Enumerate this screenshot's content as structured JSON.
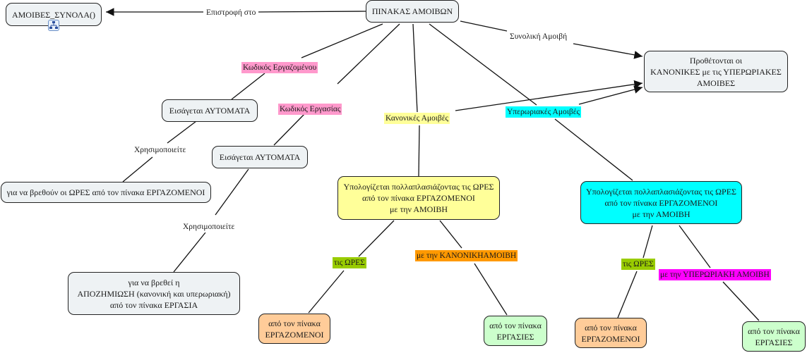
{
  "colors": {
    "node_default": "#eef2f4",
    "node_yellow": "#ffff99",
    "node_cyan": "#00ffff",
    "node_orange": "#ffcc99",
    "node_green": "#ccffcc",
    "label_pink": "#ff99cc",
    "label_yellow": "#ffff99",
    "label_cyan": "#00ffff",
    "label_olive": "#99cc00",
    "label_orange": "#ff9900",
    "label_magenta": "#ff00ff",
    "line": "#111111"
  },
  "nodes": {
    "amoibes_synola": "ΑΜΟΙΒΕΣ_ΣΥΝΟΛΑ()",
    "pinakas_amoibon": "ΠΙΝΑΚΑΣ ΑΜΟΙΒΩΝ",
    "prostithentai": "Προθέτονται οι\nΚΑΝΟΝΙΚΕΣ με τις ΥΠΕΡΩΡΙΑΚΕΣ\nΑΜΟΙΒΕΣ",
    "eisagetai_1": "Εισάγεται ΑΥΤΟΜΑΤΑ",
    "eisagetai_2": "Εισάγεται ΑΥΤΟΜΑΤΑ",
    "vrethoun_ores": "για να βρεθούν οι ΩΡΕΣ από τον πίνακα ΕΡΓΑΖΟΜΕΝΟΙ",
    "vrethei_apozimiosi": "για να βρεθεί η\nΑΠΟΖΗΜΙΩΣΗ (κανονική και υπερωριακή)\nαπό τον πίνακα ΕΡΓΑΣΙΑ",
    "ypologizetai_kanonikes": "Υπολογίζεται πολλαπλασιάζοντας τις ΩΡΕΣ\nαπό τον πίνακα ΕΡΓΑΖΟΜΕΝΟΙ\nμε την ΑΜΟΙΒΗ",
    "ypologizetai_yperoriakes": "Υπολογίζεται πολλαπλασιάζοντας τις ΩΡΕΣ\nαπό τον πίνακα ΕΡΓΑΖΟΜΕΝΟΙ\nμε την ΑΜΟΙΒΗ",
    "ergazomenoi_1": "από τον πίνακα\nΕΡΓΑΖΟΜΕΝΟΙ",
    "ergasies_1": "από τον πίνακα\nΕΡΓΑΣΙΕΣ",
    "ergazomenoi_2": "από τον πίνακα\nΕΡΓΑΖΟΜΕΝΟΙ",
    "ergasies_2": "από τον πίνακα\nΕΡΓΑΣΙΕΣ"
  },
  "labels": {
    "epistrofi": "Επιστροφή στο",
    "synoliki": "Συνολική Αμοιβή",
    "kodikos_ergazomenou": "Κωδικός Εργαζομένου",
    "kodikos_ergasias": "Κωδικός Εργασίας",
    "kanonikes": "Κανονικές Αμοιβές",
    "yperoriakes": "Υπερωριακές Αμοιβές",
    "xrisimopoieite_1": "Χρησιμοποιείτε",
    "xrisimopoieite_2": "Χρησιμοποιείτε",
    "tis_ores_1": "τις ΩΡΕΣ",
    "kanonikh_amoibh": "με την ΚΑΝΟΝΙΚΗΑΜΟΙΒΗ",
    "tis_ores_2": "τις ΩΡΕΣ",
    "yperoriakh_amoibh": "με την ΥΠΕΡΩΡΙΑΚΗ ΑΜΟΙΒΗ"
  },
  "icons": {
    "submap_link": "hierarchy-link-icon"
  }
}
